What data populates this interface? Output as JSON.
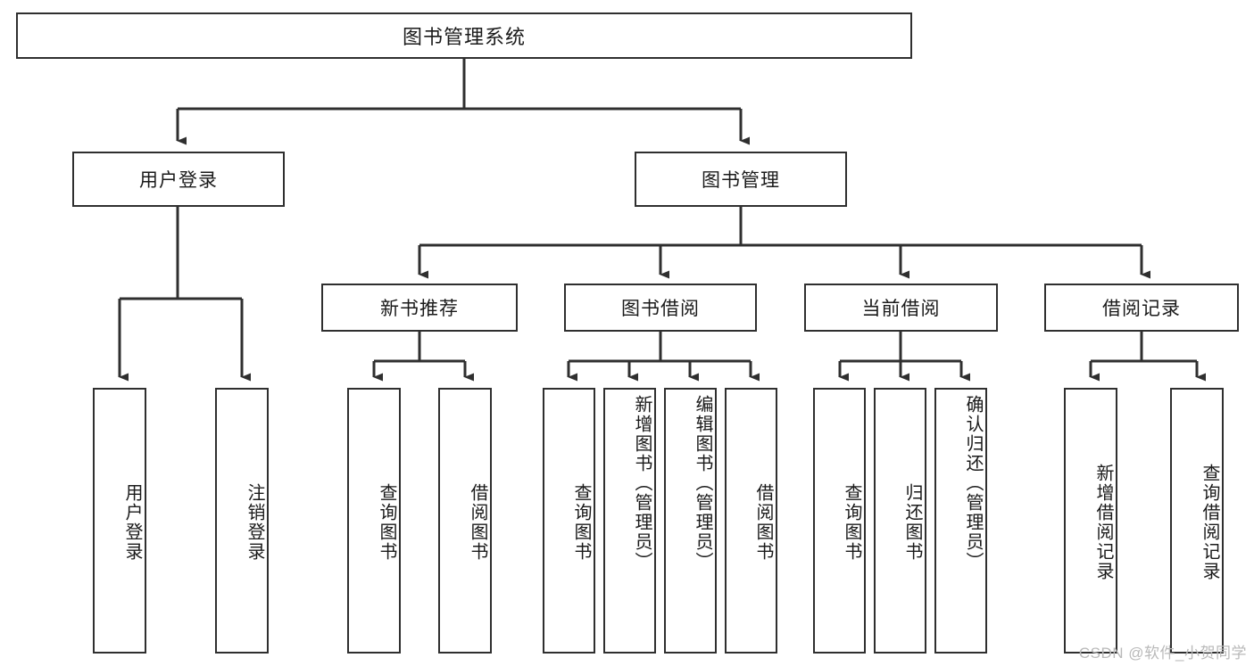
{
  "diagram": {
    "type": "tree-hierarchy",
    "title": "图书管理系统",
    "levels": 4,
    "root": {
      "id": "root",
      "label": "图书管理系统",
      "orientation": "horizontal"
    },
    "level2": [
      {
        "id": "user-login",
        "label": "用户登录",
        "orientation": "horizontal"
      },
      {
        "id": "book-management",
        "label": "图书管理",
        "orientation": "horizontal"
      }
    ],
    "level3": [
      {
        "id": "new-book-recommend",
        "label": "新书推荐",
        "parent": "book-management",
        "orientation": "horizontal"
      },
      {
        "id": "book-borrow",
        "label": "图书借阅",
        "parent": "book-management",
        "orientation": "horizontal"
      },
      {
        "id": "current-borrow",
        "label": "当前借阅",
        "parent": "book-management",
        "orientation": "horizontal"
      },
      {
        "id": "borrow-record",
        "label": "借阅记录",
        "parent": "book-management",
        "orientation": "horizontal"
      }
    ],
    "leaves": [
      {
        "id": "leaf-user-login",
        "label": "用户登录",
        "parent": "user-login",
        "orientation": "vertical",
        "align": "center"
      },
      {
        "id": "leaf-logout",
        "label": "注销登录",
        "parent": "user-login",
        "orientation": "vertical",
        "align": "center"
      },
      {
        "id": "leaf-query-book-recommend",
        "label": "查询图书",
        "parent": "new-book-recommend",
        "orientation": "vertical",
        "align": "center"
      },
      {
        "id": "leaf-borrow-book-recommend",
        "label": "借阅图书",
        "parent": "new-book-recommend",
        "orientation": "vertical",
        "align": "center"
      },
      {
        "id": "leaf-query-book-borrow",
        "label": "查询图书",
        "parent": "book-borrow",
        "orientation": "vertical",
        "align": "center"
      },
      {
        "id": "leaf-add-book-admin",
        "label": "新增图书（管理员）",
        "parent": "book-borrow",
        "orientation": "vertical",
        "align": "top"
      },
      {
        "id": "leaf-edit-book-admin",
        "label": "编辑图书（管理员）",
        "parent": "book-borrow",
        "orientation": "vertical",
        "align": "top"
      },
      {
        "id": "leaf-borrow-book",
        "label": "借阅图书",
        "parent": "book-borrow",
        "orientation": "vertical",
        "align": "center"
      },
      {
        "id": "leaf-query-book-current",
        "label": "查询图书",
        "parent": "current-borrow",
        "orientation": "vertical",
        "align": "center"
      },
      {
        "id": "leaf-return-book",
        "label": "归还图书",
        "parent": "current-borrow",
        "orientation": "vertical",
        "align": "center"
      },
      {
        "id": "leaf-confirm-return-admin",
        "label": "确认归还（管理员）",
        "parent": "current-borrow",
        "orientation": "vertical",
        "align": "top"
      },
      {
        "id": "leaf-add-borrow-record",
        "label": "新增借阅记录",
        "parent": "borrow-record",
        "orientation": "vertical",
        "align": "center"
      },
      {
        "id": "leaf-query-borrow-record",
        "label": "查询借阅记录",
        "parent": "borrow-record",
        "orientation": "vertical",
        "align": "center"
      }
    ],
    "colors": {
      "stroke": "#2f2f2f",
      "fill": "#ffffff",
      "text": "#1a1a1a",
      "watermark": "#b9b9b9"
    }
  },
  "watermark": {
    "text": "CSDN @软件_小贺同学"
  }
}
